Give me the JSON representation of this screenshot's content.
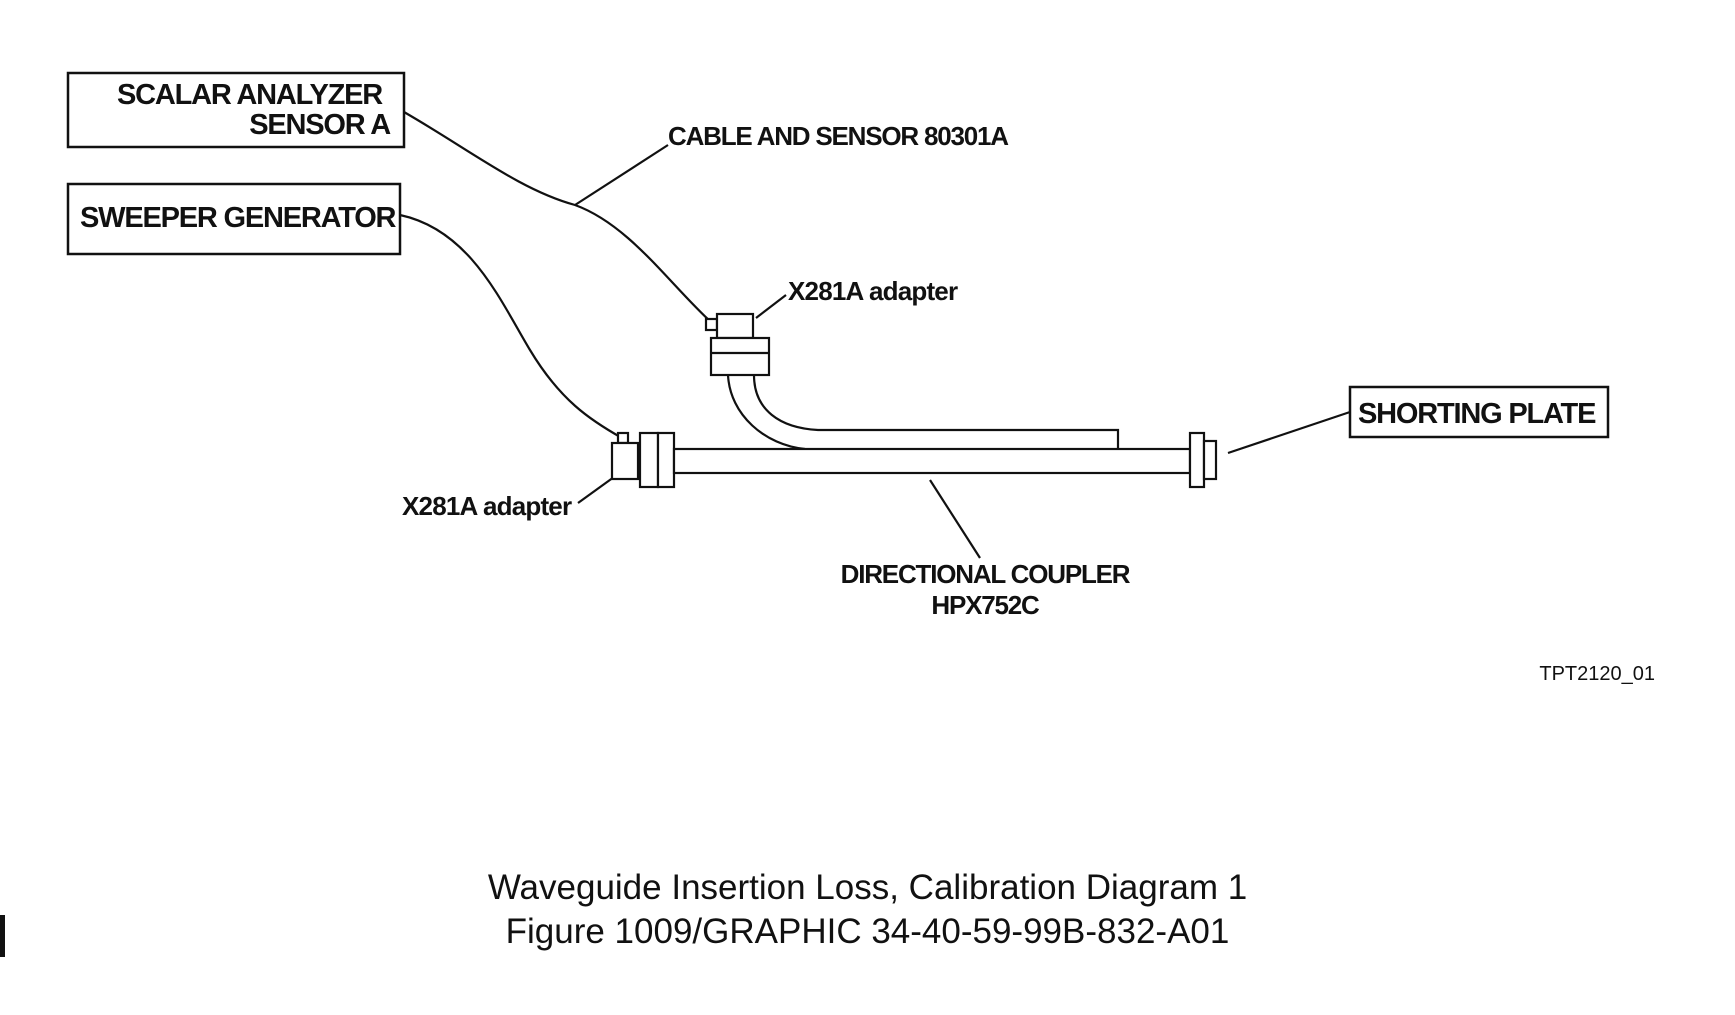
{
  "diagram": {
    "box_scalar_analyzer": [
      "SCALAR ANALYZER",
      "SENSOR A"
    ],
    "box_sweeper_generator": "SWEEPER GENERATOR",
    "box_shorting_plate": "SHORTING PLATE",
    "label_cable_sensor": "CABLE AND SENSOR 80301A",
    "label_adapter_top": "X281A adapter",
    "label_adapter_bottom": "X281A adapter",
    "label_directional_coupler": [
      "DIRECTIONAL COUPLER",
      "HPX752C"
    ],
    "graphic_reference": "TPT2120_01"
  },
  "caption": {
    "title": "Waveguide Insertion Loss, Calibration Diagram 1",
    "figure": "Figure 1009/GRAPHIC 34-40-59-99B-832-A01"
  }
}
